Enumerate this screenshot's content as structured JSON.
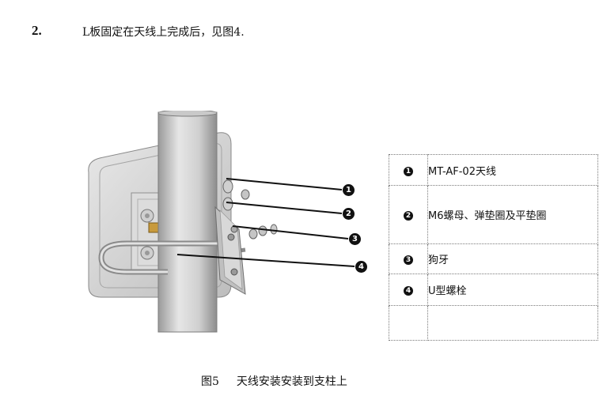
{
  "step": {
    "number": "2.",
    "text": "L板固定在天线上完成后，见图4."
  },
  "callouts": [
    "1",
    "2",
    "3",
    "4"
  ],
  "legend": [
    {
      "num": "1",
      "label": "MT-AF-02天线"
    },
    {
      "num": "2",
      "label": "M6螺母、弹垫圈及平垫圈"
    },
    {
      "num": "3",
      "label": "狗牙"
    },
    {
      "num": "4",
      "label": "U型螺栓"
    },
    {
      "num": "",
      "label": ""
    }
  ],
  "caption": {
    "figure": "图5",
    "text": "天线安装安装到支柱上"
  }
}
